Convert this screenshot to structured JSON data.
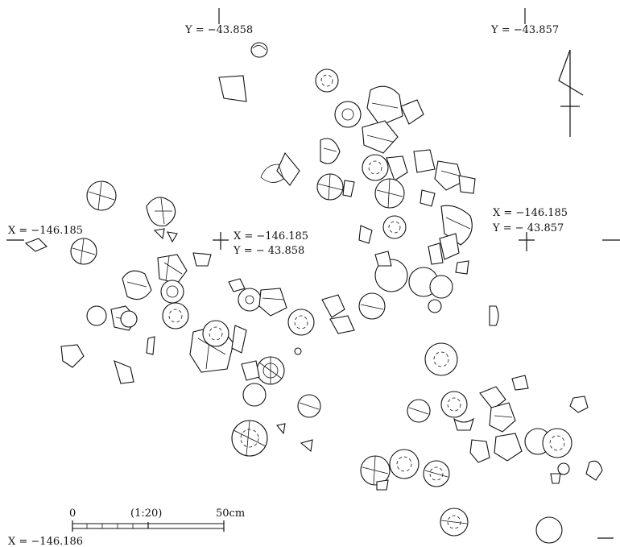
{
  "labels": {
    "y_top_left": "Y = −43.858",
    "y_top_right": "Y = −43.857",
    "x_left": "X = −146.185",
    "center_x": "X = −146.185",
    "center_y": "Y = −  43.858",
    "right_x": "X = −146.185",
    "right_y": "Y = −  43.857",
    "x_bottom": "X = −146.186"
  },
  "scale": {
    "zero": "0",
    "ratio": "(1:20)",
    "end": "50cm"
  }
}
